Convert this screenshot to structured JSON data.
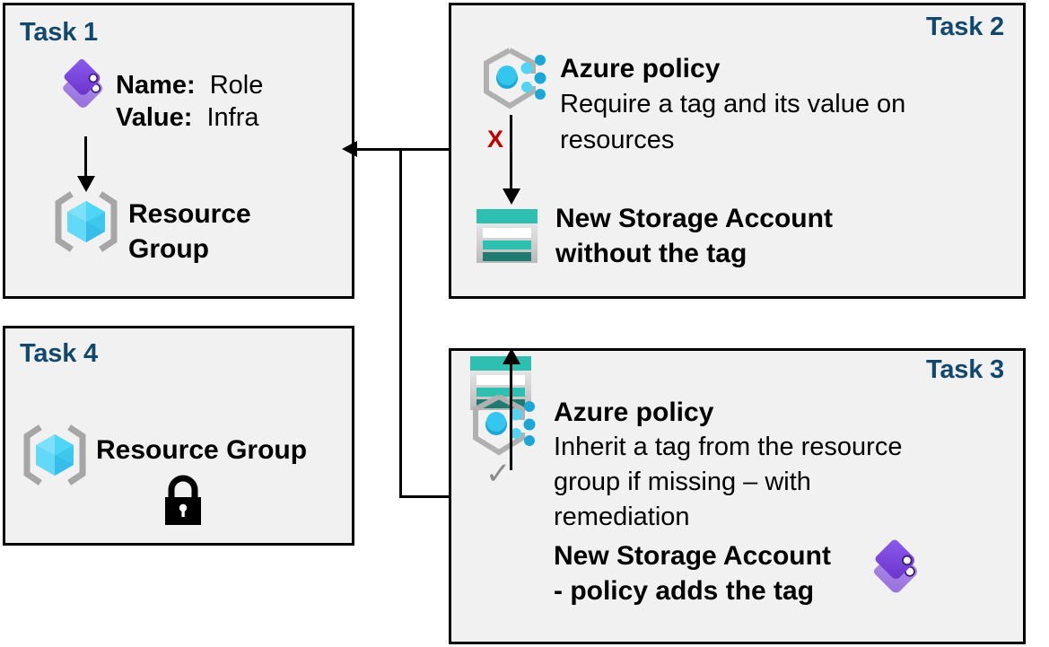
{
  "diagram": {
    "title": "Azure tagging policy tasks",
    "background_color": "#ffffff",
    "box_fill": "#f1f1f1",
    "box_border": "#000000",
    "label_color": "#12486E",
    "accent_teal": "#2FBFB0",
    "accent_teal_dark": "#1F7A70",
    "accent_cyan": "#3FD4F0",
    "accent_purple": "#7B4FD8",
    "accent_red": "#C00000",
    "check_gray": "#808080"
  },
  "task1": {
    "label": "Task 1",
    "tag_icon_name": "tag-icon",
    "name_key": "Name:",
    "name_value": "Role",
    "value_key": "Value:",
    "value_value": "Infra",
    "resource_group_line1": "Resource",
    "resource_group_line2": "Group"
  },
  "task2": {
    "label": "Task 2",
    "policy_icon_name": "azure-policy-icon",
    "policy_title": "Azure policy",
    "policy_desc_line1": "Require a tag and its value on",
    "policy_desc_line2": "resources",
    "denied_marker": "X",
    "storage_line1": "New Storage Account",
    "storage_line2": "without the tag"
  },
  "task3": {
    "label": "Task 3",
    "policy_title": "Azure policy",
    "policy_desc_line1": "Inherit a tag from the resource",
    "policy_desc_line2": "group if missing – with",
    "policy_desc_line3": "remediation",
    "storage_line1": "New Storage Account",
    "storage_line2": "- policy adds the tag",
    "success_marker": "✓"
  },
  "task4": {
    "label": "Task 4",
    "resource_group": "Resource Group",
    "lock_icon_name": "lock-icon"
  }
}
